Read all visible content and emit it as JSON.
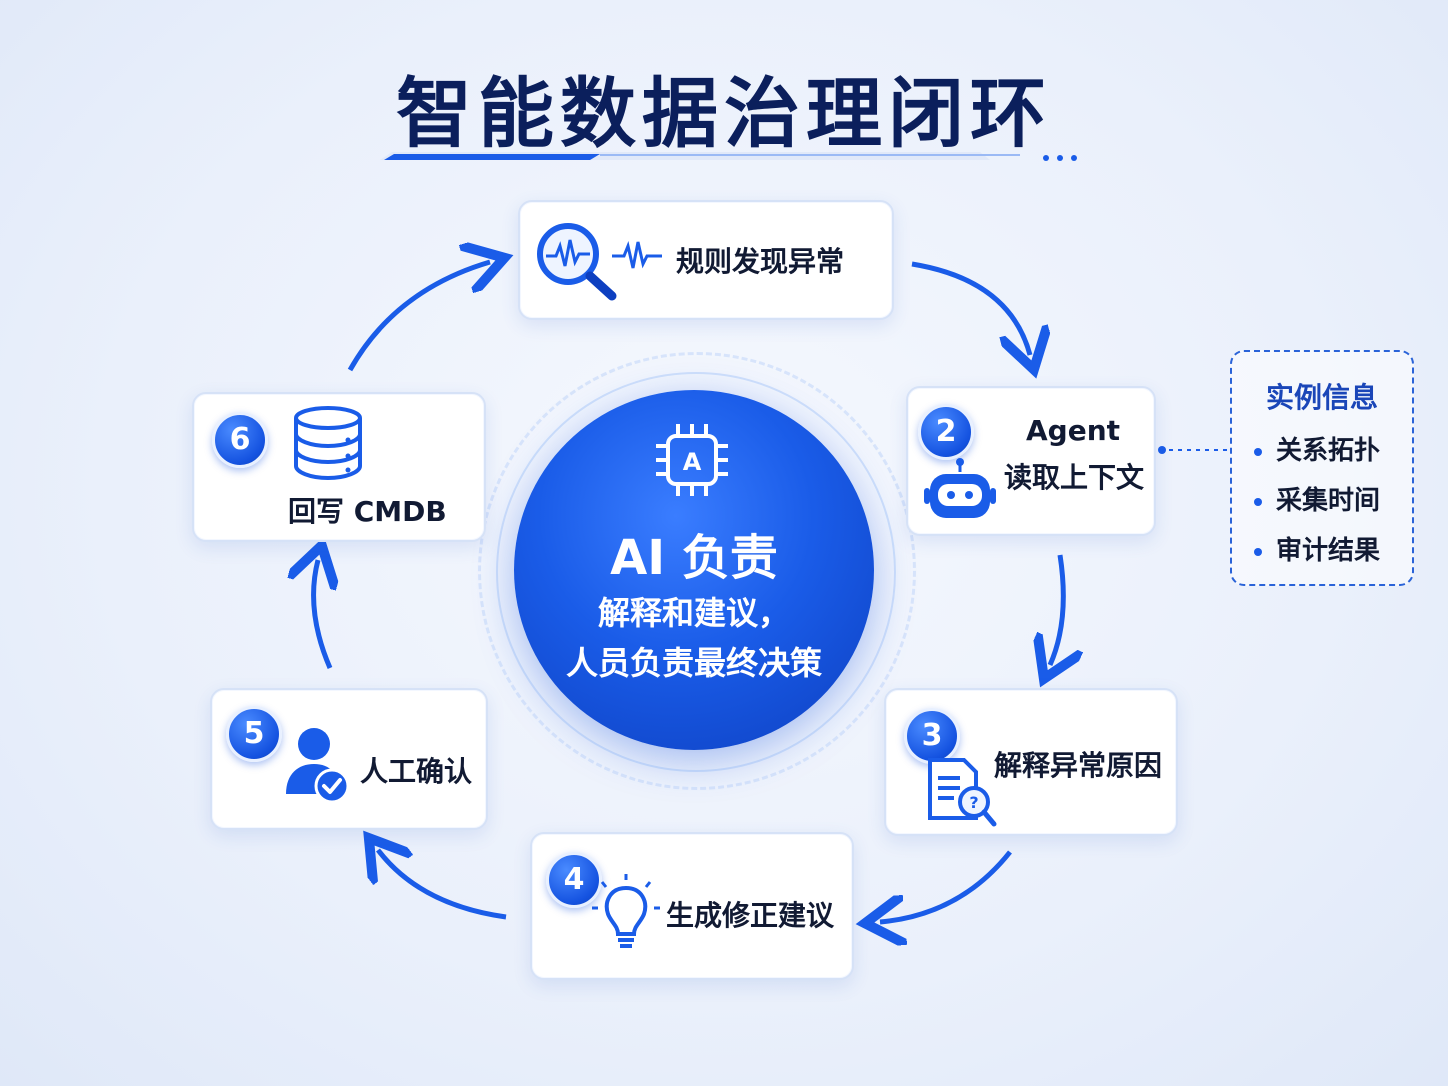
{
  "title": "智能数据治理闭环",
  "center": {
    "headline": "AI 负责",
    "line1": "解释和建议，",
    "line2": "人员负责最终决策",
    "chip_letter": "A"
  },
  "steps": [
    {
      "number": "",
      "label": "规则发现异常",
      "icon": "magnifier-waveform-icon"
    },
    {
      "number": "2",
      "label_line1": "Agent",
      "label_line2": "读取上下文",
      "icon": "robot-icon"
    },
    {
      "number": "3",
      "label": "解释异常原因",
      "icon": "document-question-icon"
    },
    {
      "number": "4",
      "label": "生成修正建议",
      "icon": "lightbulb-icon"
    },
    {
      "number": "5",
      "label": "人工确认",
      "icon": "user-check-icon"
    },
    {
      "number": "6",
      "label": "回写 CMDB",
      "icon": "database-icon"
    }
  ],
  "info": {
    "title": "实例信息",
    "items": [
      "关系拓扑",
      "采集时间",
      "审计结果"
    ]
  },
  "colors": {
    "accent": "#1a5ce8",
    "title": "#0b1f5c",
    "text": "#111a33"
  }
}
